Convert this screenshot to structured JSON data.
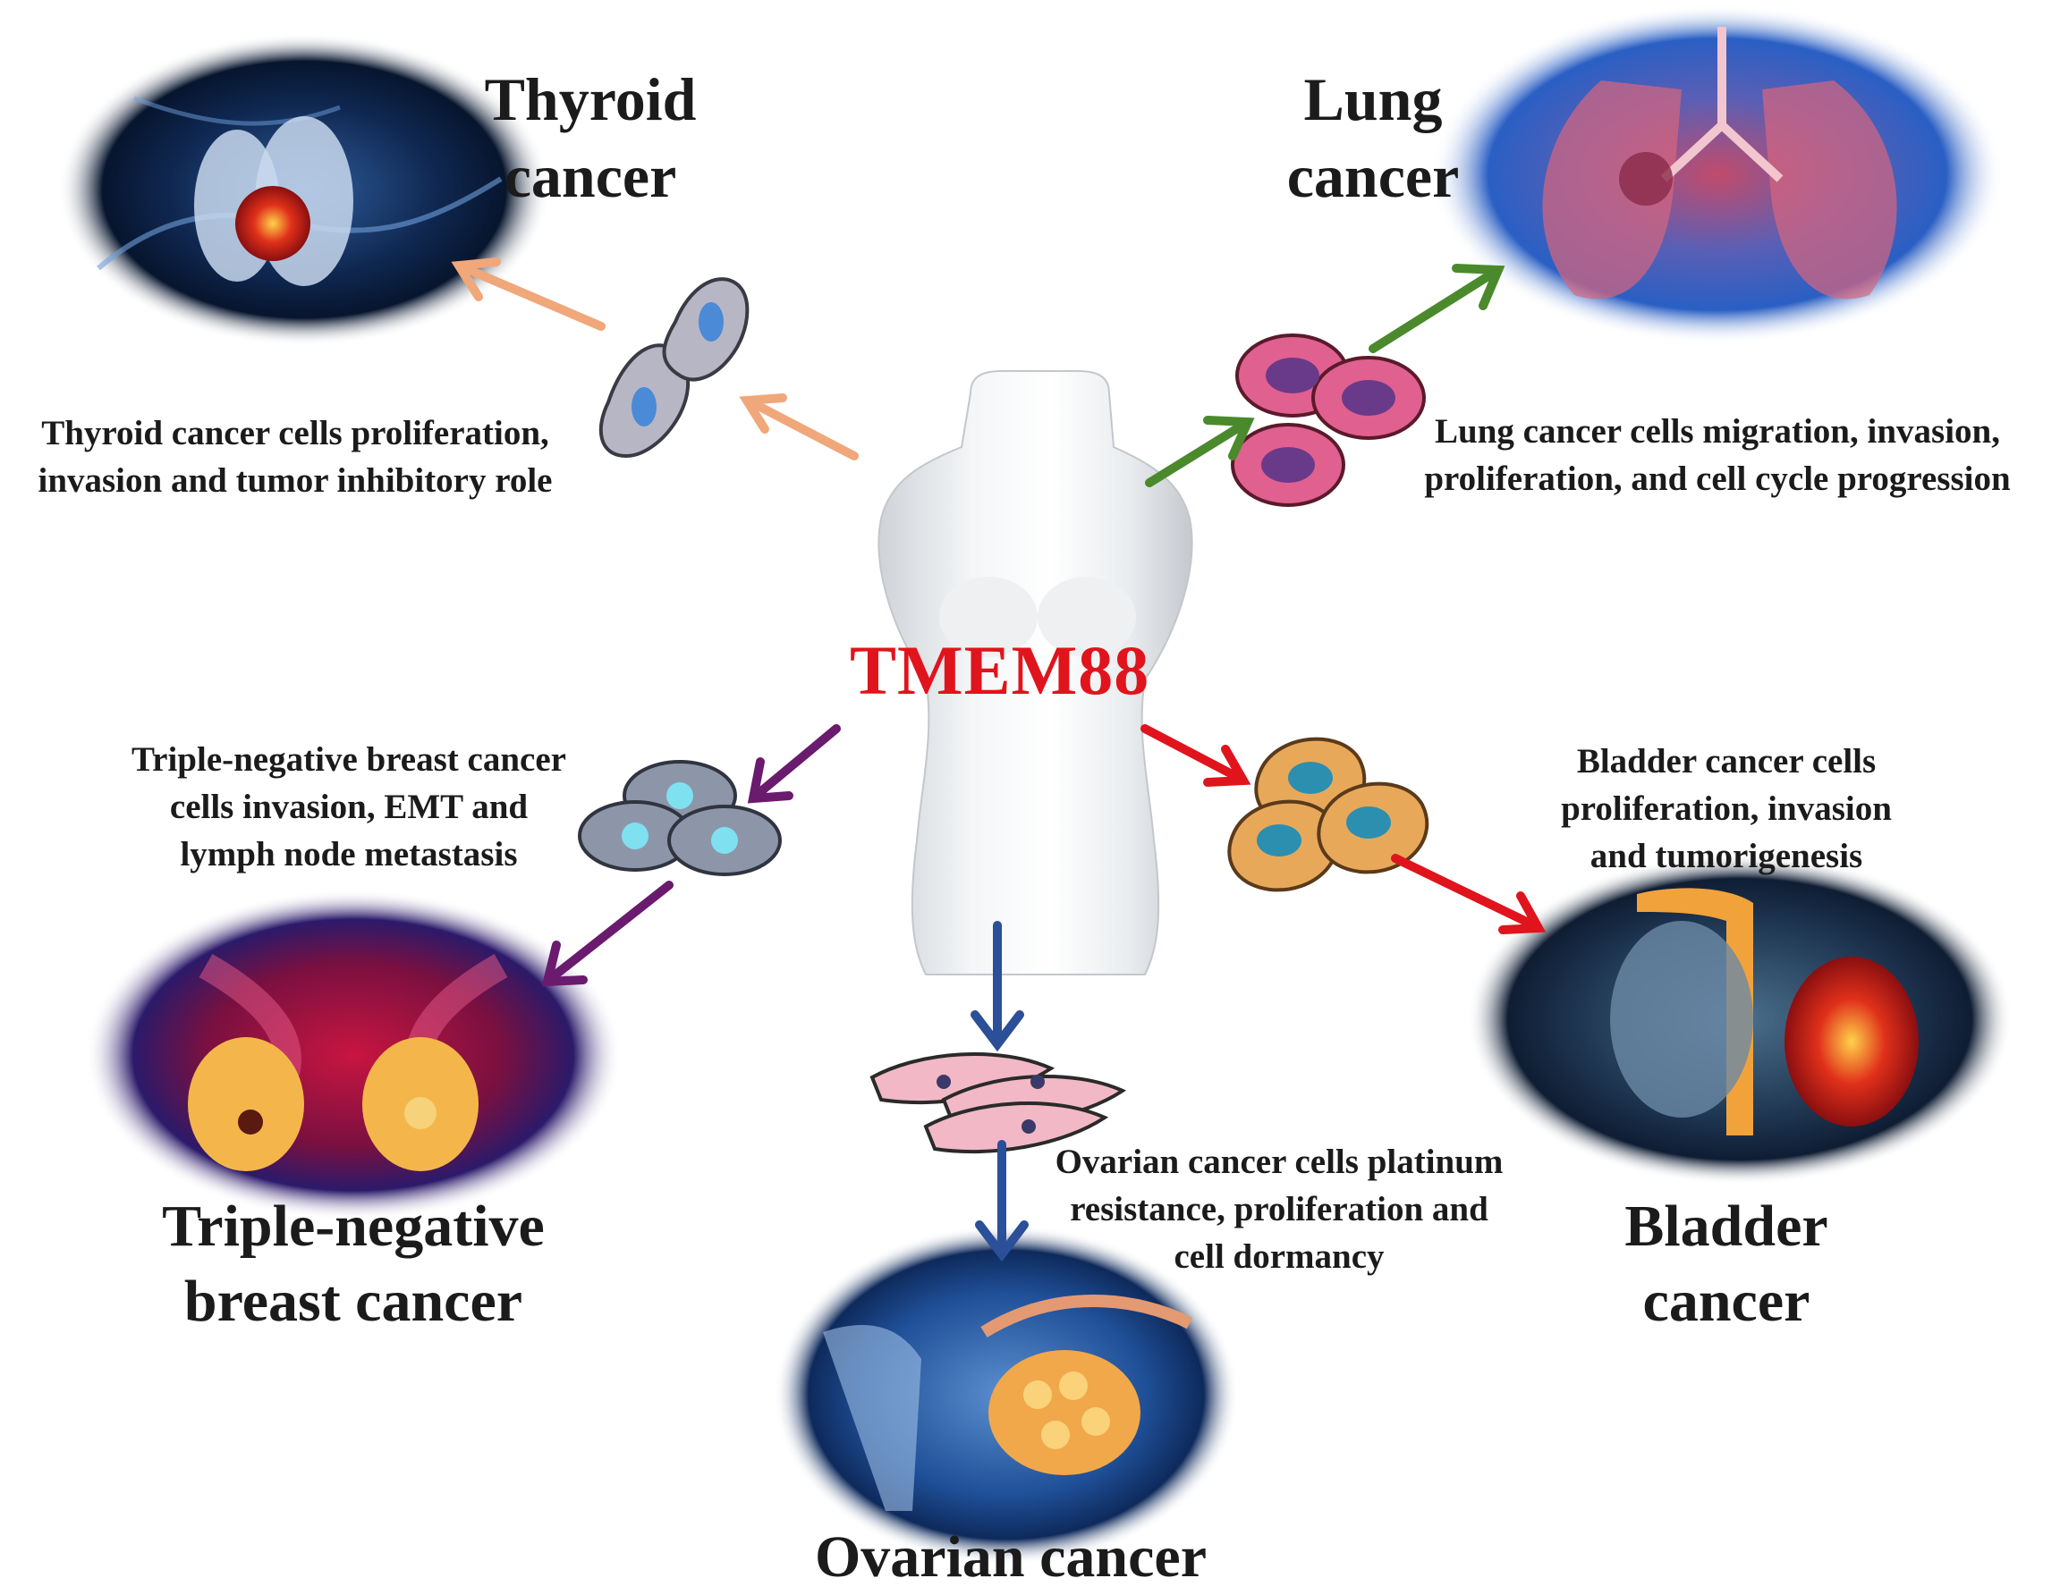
{
  "center": {
    "label": "TMEM88"
  },
  "colors": {
    "thyroid_arrow": "#f0a77a",
    "lung_arrow": "#4a8a2c",
    "breast_arrow": "#6a1b6e",
    "bladder_arrow": "#e0141c",
    "ovarian_arrow": "#2b4f98",
    "center_text": "#e0141c"
  },
  "branches": {
    "thyroid": {
      "title_lines": [
        "Thyroid",
        "cancer"
      ],
      "desc_lines": [
        "Thyroid cancer cells proliferation,",
        "invasion and tumor inhibitory role"
      ]
    },
    "lung": {
      "title_lines": [
        "Lung",
        "cancer"
      ],
      "desc_lines": [
        "Lung cancer cells migration, invasion,",
        "proliferation, and cell cycle progression"
      ]
    },
    "breast": {
      "title_lines": [
        "Triple-negative",
        "breast cancer"
      ],
      "desc_lines": [
        "Triple-negative breast cancer",
        "cells invasion, EMT and",
        "lymph node metastasis"
      ]
    },
    "bladder": {
      "title_lines": [
        "Bladder",
        "cancer"
      ],
      "desc_lines": [
        "Bladder cancer cells",
        "proliferation, invasion",
        "and tumorigenesis"
      ]
    },
    "ovarian": {
      "title_lines": [
        "Ovarian cancer"
      ],
      "desc_lines": [
        "Ovarian cancer cells platinum",
        "resistance, proliferation and",
        "cell dormancy"
      ]
    }
  }
}
